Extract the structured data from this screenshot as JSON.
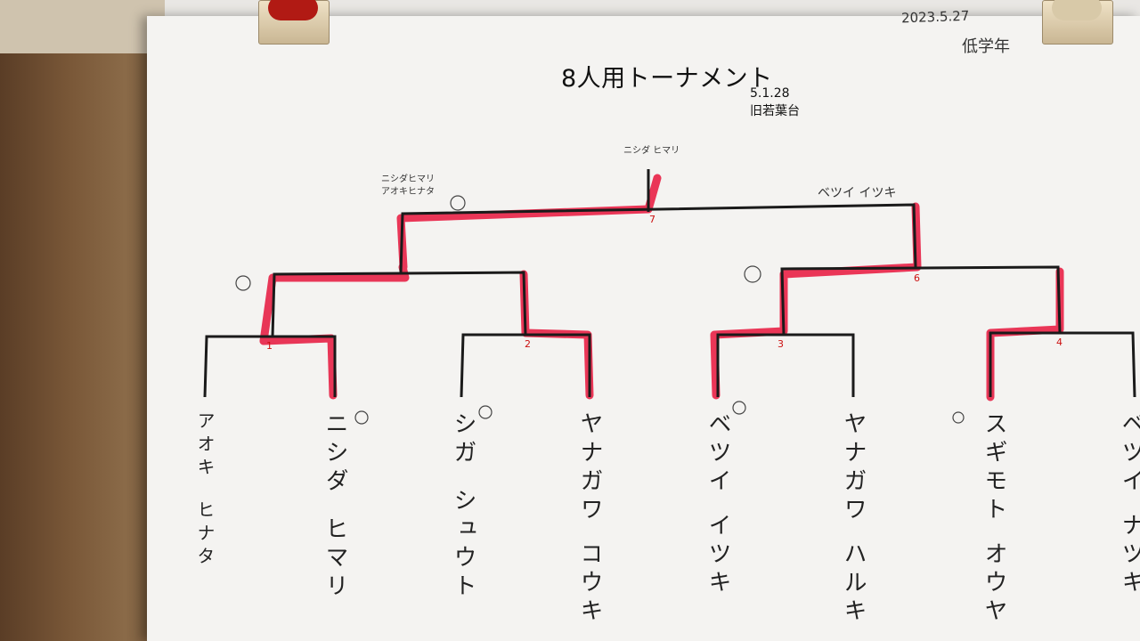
{
  "title": "8人用トーナメント",
  "date_printed": "5.1.28",
  "venue": "旧若葉台",
  "handwritten_date": "2023.5.27",
  "handwritten_corner": "低学年",
  "winner_label": "ニシダ ヒマリ",
  "semifinal_left_label": [
    "ニシダヒマリ",
    "アオキヒナタ"
  ],
  "semifinal_right_label": "ベツイ イツキ",
  "match_numbers": [
    "1",
    "2",
    "3",
    "4",
    "6",
    "7"
  ],
  "players": [
    {
      "name1": "アオキ",
      "name2": "ヒナタ"
    },
    {
      "name1": "ニシダ",
      "name2": "ヒマリ"
    },
    {
      "name1": "シガ",
      "name2": "シュウト"
    },
    {
      "name1": "ヤナガワ",
      "name2": "コウキ"
    },
    {
      "name1": "ベツイ",
      "name2": "イツキ"
    },
    {
      "name1": "ヤナガワ",
      "name2": "ハルキ"
    },
    {
      "name1": "スギモト",
      "name2": "オウヤ"
    },
    {
      "name1": "ベツイ",
      "name2": "ナツキ"
    }
  ],
  "colors": {
    "bracket": "#1a1a1a",
    "highlight": "#e8264a",
    "paper": "#f4f3f1"
  }
}
